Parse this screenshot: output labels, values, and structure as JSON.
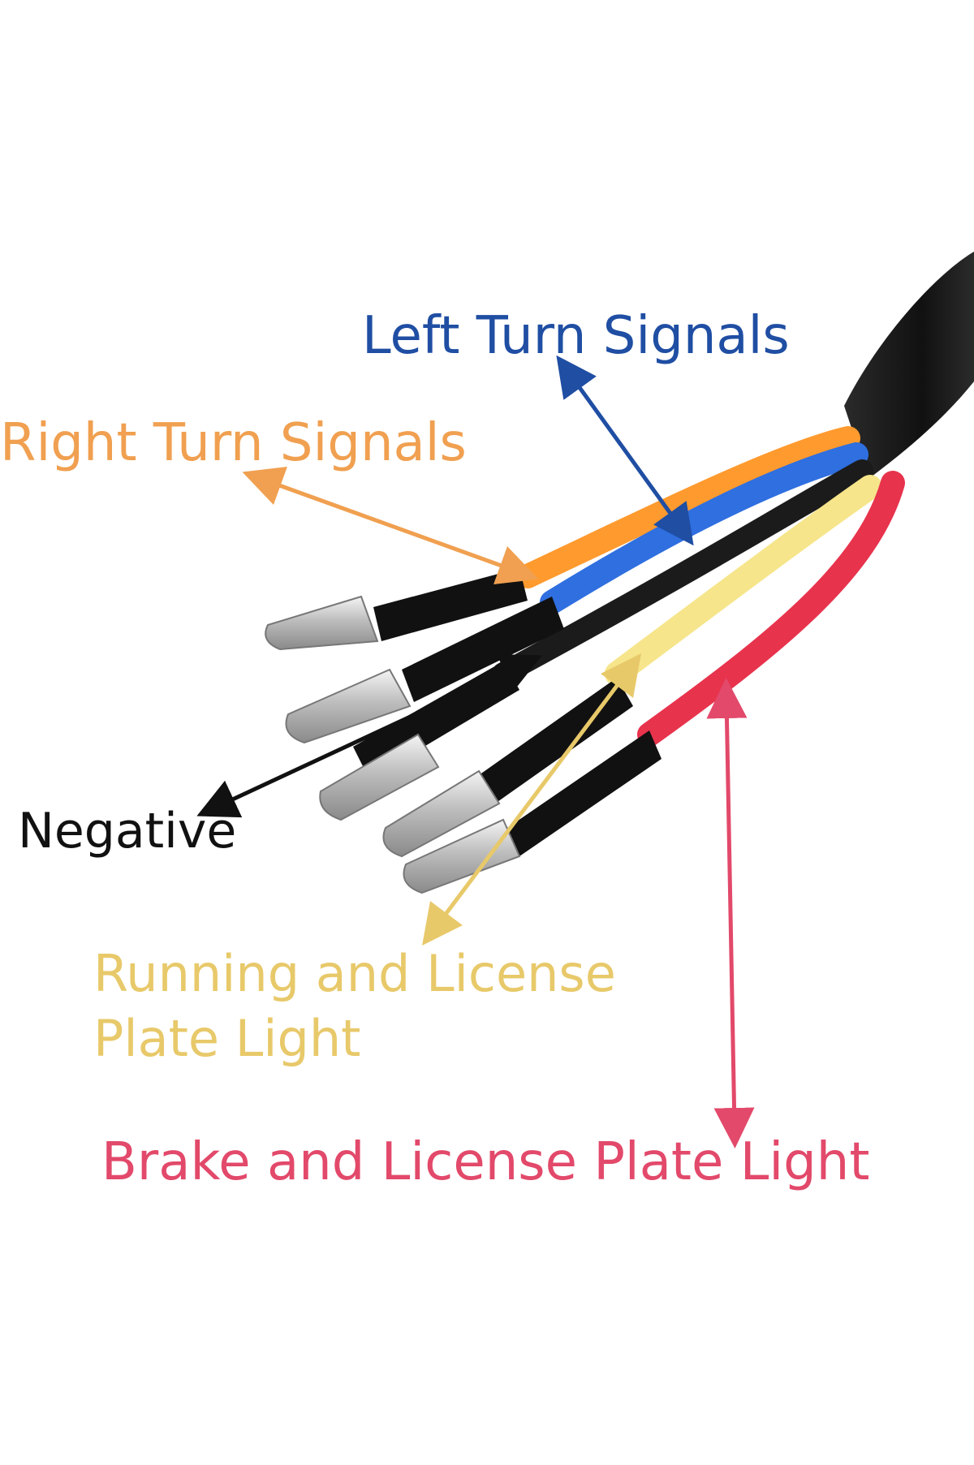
{
  "labels": {
    "left_turn": "Left Turn Signals",
    "right_turn": "Right Turn Signals",
    "negative": "Negative",
    "running_line1": "Running and License",
    "running_line2": "Plate Light",
    "brake": "Brake and License Plate Light"
  },
  "colors": {
    "background": "#ffffff",
    "left_turn": "#1f4ea3",
    "right_turn": "#f0a050",
    "negative": "#111111",
    "running": "#e8c96a",
    "brake": "#e2496a",
    "wire_blue": "#2f6fe0",
    "wire_orange": "#ff9a2e",
    "wire_black": "#1b1b1b",
    "wire_yellow": "#f6e58a",
    "wire_red": "#e8334d",
    "sheath": "#1a1a1a",
    "connector": "#c9c9c9"
  }
}
